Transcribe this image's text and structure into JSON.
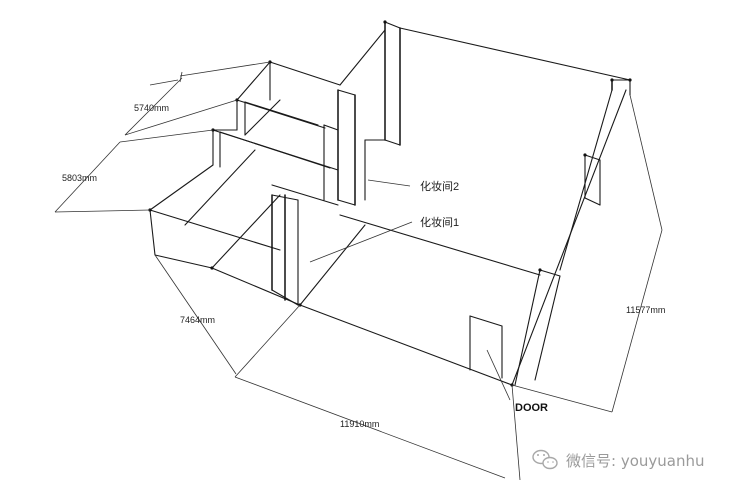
{
  "diagram": {
    "dimensions": {
      "top_width": "5740mm",
      "left_depth": "5803mm",
      "front_depth": "7464mm",
      "front_width": "11910mm",
      "right_depth": "11577mm"
    },
    "labels": {
      "room2": "化妆间2",
      "room1": "化妆间1",
      "door": "DOOR"
    },
    "watermark": {
      "text": "微信号: youyuanhu",
      "icon": "wechat-icon"
    },
    "colors": {
      "line": "#1a1a1a",
      "watermark": "#9a9a9a"
    }
  }
}
